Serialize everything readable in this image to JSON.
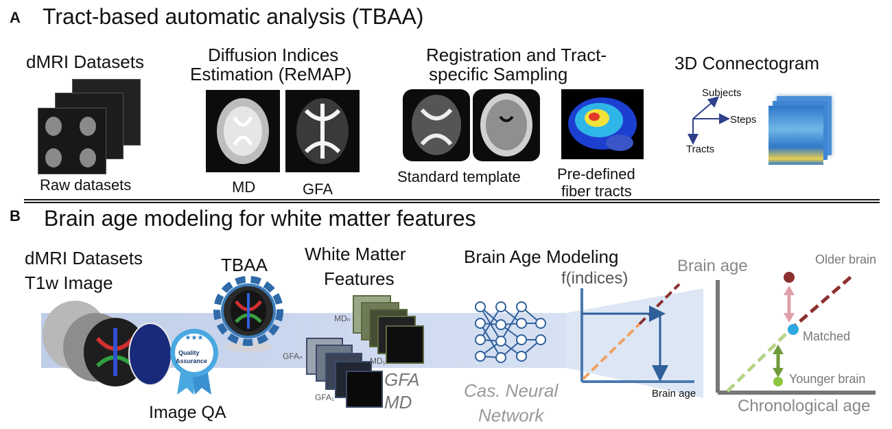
{
  "panel_a": {
    "letter": "A",
    "title": "Tract-based automatic analysis (TBAA)",
    "col1": {
      "title": "dMRI Datasets",
      "caption": "Raw datasets"
    },
    "col2": {
      "title_line1": "Diffusion Indices",
      "title_line2": "Estimation (ReMAP)",
      "cap_md": "MD",
      "cap_gfa": "GFA"
    },
    "col3": {
      "title_line1": "Registration and Tract-",
      "title_line2": "specific Sampling",
      "cap_template": "Standard template",
      "cap_tracts_line1": "Pre-defined",
      "cap_tracts_line2": "fiber tracts"
    },
    "col4": {
      "title": "3D Connectogram",
      "axis_subjects": "Subjects",
      "axis_steps": "Steps",
      "axis_tracts": "Tracts"
    }
  },
  "panel_b": {
    "letter": "B",
    "title": "Brain age modeling for white matter features",
    "datasets_line1": "dMRI  Datasets",
    "datasets_line2": "T1w Image",
    "tbaa": "TBAA",
    "qa_badge_line1": "Quality",
    "qa_badge_line2": "Assurance",
    "qa_caption": "Image QA",
    "wm_line1": "White Matter",
    "wm_line2": "Features",
    "md_n": "MDₙ",
    "md_1": "MD₁",
    "gfa_n": "GFAₙ",
    "gfa_1": "GFA₁",
    "gfa_big": "GFA",
    "md_big": "MD",
    "modeling_title": "Brain Age Modeling",
    "f_indices": "f(indices)",
    "nn_line1": "Cas. Neural",
    "nn_line2": "Network",
    "small_plot_x": "Brain age",
    "plot_ylabel": "Brain age",
    "plot_xlabel": "Chronological age",
    "older": "Older brain",
    "matched": "Matched",
    "younger": "Younger brain"
  },
  "colors": {
    "band": "#c9d6ec",
    "axis_blue": "#2f5f9a",
    "dark_red": "#8b2f2f",
    "orange": "#f0a060",
    "green": "#8dc63f",
    "matched": "#2fa8e0",
    "gray_axis": "#777777"
  }
}
